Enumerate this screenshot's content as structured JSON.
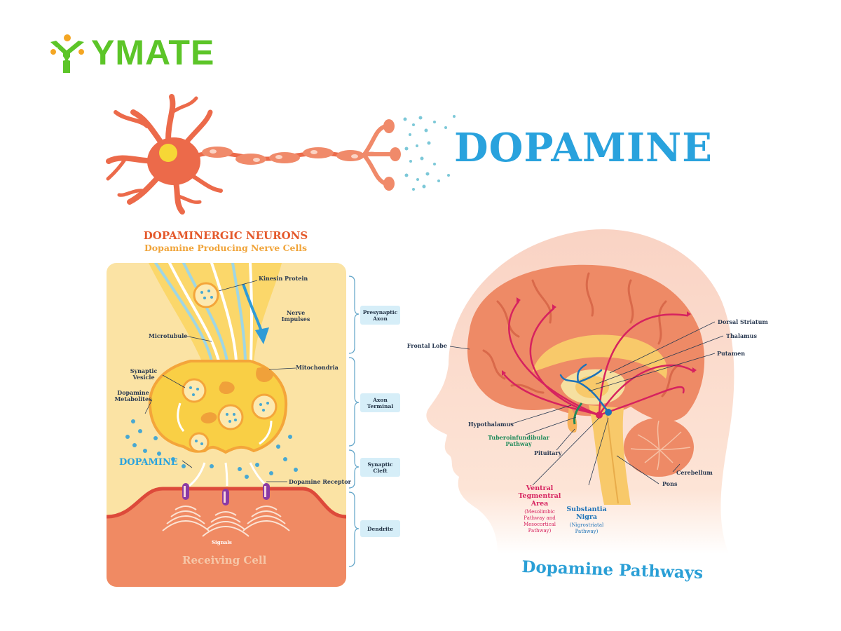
{
  "brand": {
    "name": "YMATE",
    "color": "#5cc528"
  },
  "header": {
    "title": "DOPAMINE",
    "title_color": "#29a2dd"
  },
  "synapse_panel": {
    "title": "DOPAMINERGIC NEURONS",
    "subtitle": "Dopamine Producing Nerve Cells",
    "labels": {
      "kinesin": "Kinesin Protein",
      "nerve_impulses_1": "Nerve",
      "nerve_impulses_2": "Impulses",
      "microtubule": "Microtubule",
      "mitochondria": "Mitochondria",
      "synaptic_vesicle_1": "Synaptic",
      "synaptic_vesicle_2": "Vesicle",
      "metabolites_1": "Dopamine",
      "metabolites_2": "Metabolites",
      "dopamine": "DOPAMINE",
      "receptor": "Dopamine Receptor",
      "signals": "Signals",
      "receiving_cell": "Receiving Cell"
    },
    "stages": [
      {
        "line1": "Presynaptic",
        "line2": "Axon"
      },
      {
        "line1": "Axon",
        "line2": "Terminal"
      },
      {
        "line1": "Synaptic",
        "line2": "Cleft"
      },
      {
        "line1": "Dendrite",
        "line2": ""
      }
    ]
  },
  "brain_panel": {
    "title": "Dopamine Pathways",
    "labels": {
      "frontal_lobe": "Frontal Lobe",
      "dorsal_striatum": "Dorsal Striatum",
      "thalamus": "Thalamus",
      "putamen": "Putamen",
      "hypothalamus": "Hypothalamus",
      "tubero_1": "Tuberoinfundibular",
      "tubero_2": "Pathway",
      "pituitary": "Pituitary",
      "cerebellum": "Cerebellum",
      "pons": "Pons",
      "vta_1": "Ventral",
      "vta_2": "Tegmentral",
      "vta_3": "Area",
      "vta_4": "(Mesolimbic",
      "vta_5": "Pathway and",
      "vta_6": "Mesocortical",
      "vta_7": "Pathway)",
      "sn_1": "Substantia",
      "sn_2": "Nigra",
      "sn_3": "(Nigrostriatal",
      "sn_4": "Pathway)"
    }
  },
  "colors": {
    "neuron": "#ec6a4a",
    "neuron_nucleus": "#f6d736",
    "panel_bg": "#fbe3a4",
    "terminal": "#f9cf45",
    "receiving_cell": "#f08a63",
    "skin": "#fbe4d6",
    "brain": "#ee8a66",
    "pathway_pink": "#d6225f",
    "pathway_blue": "#1e73b8"
  }
}
